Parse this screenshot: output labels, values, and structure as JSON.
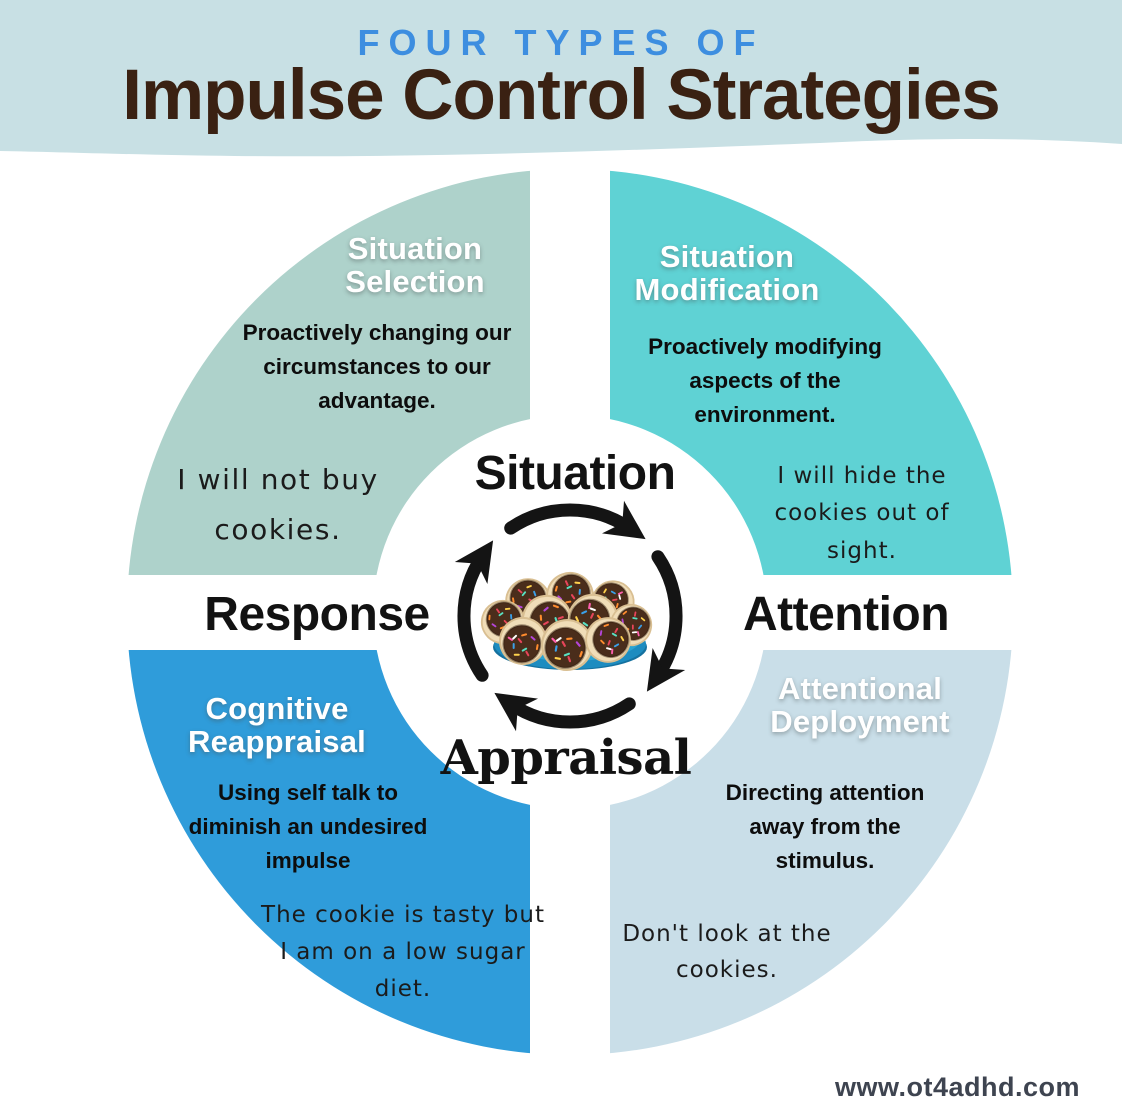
{
  "header": {
    "eyebrow": "FOUR TYPES OF",
    "title": "Impulse Control Strategies",
    "bg_color": "#c8e0e4",
    "eyebrow_color": "#3d8ee0",
    "title_color": "#3a2112"
  },
  "diagram": {
    "center_labels": {
      "top": "Situation",
      "right": "Attention",
      "bottom": "Appraisal",
      "left": "Response"
    },
    "center_image": {
      "name": "cookie-plate-photo",
      "alt": "plate of chocolate frosted cookies with sprinkles",
      "plate_color": "#2aa4d2",
      "frosting_color": "#4a2d1b",
      "cookie_base_color": "#f0ddb8"
    },
    "arrow_color": "#141414",
    "quadrants": [
      {
        "id": "situation-selection",
        "position": "top-left",
        "color": "#aed2cb",
        "title_lines": [
          "Situation",
          "Selection"
        ],
        "description_lines": [
          "Proactively changing our",
          "circumstances to our",
          "advantage."
        ],
        "example_lines": [
          "I will not buy",
          "cookies."
        ]
      },
      {
        "id": "situation-modification",
        "position": "top-right",
        "color": "#5fd2d4",
        "title_lines": [
          "Situation",
          "Modification"
        ],
        "description_lines": [
          "Proactively modifying",
          "aspects of the",
          "environment."
        ],
        "example_lines": [
          "I will hide the",
          "cookies out of",
          "sight."
        ]
      },
      {
        "id": "cognitive-reappraisal",
        "position": "bottom-left",
        "color": "#2f9cda",
        "title_lines": [
          "Cognitive",
          "Reappraisal"
        ],
        "description_lines": [
          "Using self talk to",
          "diminish an undesired",
          "impulse"
        ],
        "example_lines": [
          "The cookie is tasty but",
          "I am on a low sugar",
          "diet."
        ]
      },
      {
        "id": "attentional-deployment",
        "position": "bottom-right",
        "color": "#c9dee8",
        "title_lines": [
          "Attentional",
          "Deployment"
        ],
        "description_lines": [
          "Directing attention",
          "away from the",
          "stimulus."
        ],
        "example_lines": [
          "Don't look at the",
          "cookies."
        ]
      }
    ]
  },
  "footer": {
    "website": "www.ot4adhd.com"
  }
}
